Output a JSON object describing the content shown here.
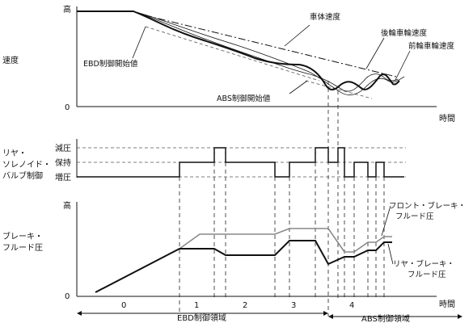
{
  "speed_chart": {
    "y_label": "速度",
    "y_high": "高",
    "y_zero": "0",
    "x_label": "時間",
    "legend_body": "車体速度",
    "legend_rear": "後輪車輪速度",
    "legend_front": "前輪車輪速度",
    "note_ebd": "EBD制御開始値",
    "note_abs": "ABS制御開始値"
  },
  "valve_chart": {
    "y_label_line1": "リヤ・",
    "y_label_line2": "ソレノイド・",
    "y_label_line3": "バルブ制御",
    "level_decrease": "減圧",
    "level_hold": "保持",
    "level_increase": "増圧"
  },
  "pressure_chart": {
    "y_label_line1": "ブレーキ・",
    "y_label_line2": "フルード圧",
    "y_high": "高",
    "y_zero": "0",
    "x_label": "時間",
    "front_line1": "フロント・ブレーキ・",
    "front_line2": "フルード圧",
    "rear_line1": "リヤ・ブレーキ・",
    "rear_line2": "フルード圧",
    "phases": [
      "0",
      "1",
      "2",
      "3",
      "4"
    ],
    "region_ebd": "EBD制御領域",
    "region_abs": "ABS制御領域"
  }
}
